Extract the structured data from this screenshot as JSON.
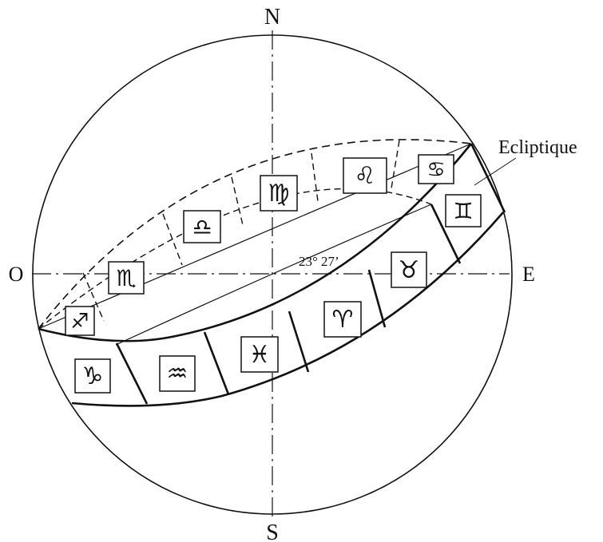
{
  "labels": {
    "north": "N",
    "south": "S",
    "east": "E",
    "west": "O",
    "ecliptic": "Ecliptique",
    "angle": "23° 27’"
  },
  "zodiac_back": [
    {
      "name": "sagittarius",
      "glyph": "♐"
    },
    {
      "name": "scorpio",
      "glyph": "♏"
    },
    {
      "name": "libra",
      "glyph": "♎"
    },
    {
      "name": "virgo",
      "glyph": "♍"
    },
    {
      "name": "leo",
      "glyph": "♌"
    },
    {
      "name": "cancer",
      "glyph": "♋"
    }
  ],
  "zodiac_front": [
    {
      "name": "capricorn",
      "glyph": "♑"
    },
    {
      "name": "aquarius",
      "glyph": "♒"
    },
    {
      "name": "pisces",
      "glyph": "♓"
    },
    {
      "name": "aries",
      "glyph": "♈"
    },
    {
      "name": "taurus",
      "glyph": "♉"
    },
    {
      "name": "gemini",
      "glyph": "♊"
    }
  ],
  "colors": {
    "ink": "#111111",
    "paper": "#ffffff"
  }
}
